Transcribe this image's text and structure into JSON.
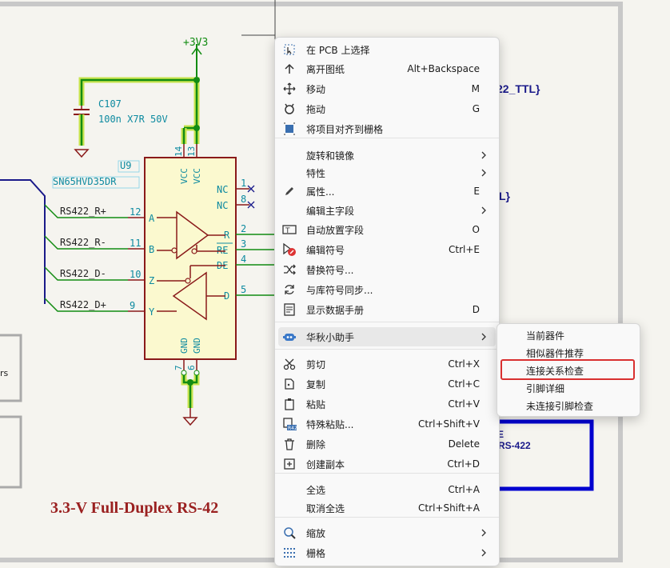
{
  "schematic": {
    "power_label": "+3V3",
    "cap_ref": "C107",
    "cap_value": "100n X7R 50V",
    "ic_ref": "U9",
    "ic_value": "SN65HVD35DR",
    "left_nets": [
      "RS422_R+",
      "RS422_R-",
      "RS422_D-",
      "RS422_D+"
    ],
    "left_pin_nums": [
      "12",
      "11",
      "10",
      "9"
    ],
    "left_pin_names": [
      "A",
      "B",
      "Z",
      "Y"
    ],
    "top_pin_nums": [
      "14",
      "13"
    ],
    "top_pin_names": [
      "VCC",
      "VCC"
    ],
    "bottom_pin_nums": [
      "7",
      "6"
    ],
    "bottom_pin_names": [
      "GND",
      "GND"
    ],
    "right_pin_names": [
      "NC",
      "NC",
      "R",
      "RE",
      "DE",
      "D"
    ],
    "right_pin_nums": [
      "1",
      "8",
      "2",
      "3",
      "4",
      "5"
    ],
    "sheet_title": "3.3-V Full-Duplex RS-42",
    "frag_ttl": "22_TTL}",
    "frag_brace": "L}",
    "frag_rs422": "RS-422",
    "frag_e": "E",
    "frag_rs": "rs",
    "colors": {
      "wire_green": "#128c12",
      "highlight": "#c8e44e",
      "symbol_outline": "#8a1a1a",
      "label_cyan": "#0d8aa0",
      "title_red": "#9a2020",
      "bus_blue": "#0000d0"
    }
  },
  "context_menu": {
    "items": [
      {
        "label": "在 PCB 上选择",
        "shortcut": "",
        "arrow": false,
        "icon": "select-on-pcb-icon"
      },
      {
        "label": "离开图纸",
        "shortcut": "Alt+Backspace",
        "arrow": false,
        "icon": "arrow-up-icon"
      },
      {
        "label": "移动",
        "shortcut": "M",
        "arrow": false,
        "icon": "move-icon"
      },
      {
        "label": "拖动",
        "shortcut": "G",
        "arrow": false,
        "icon": "drag-icon"
      },
      {
        "label": "将项目对齐到栅格",
        "shortcut": "",
        "arrow": false,
        "icon": "align-grid-icon"
      },
      {
        "label": "旋转和镜像",
        "shortcut": "",
        "arrow": true,
        "icon": ""
      },
      {
        "label": "特性",
        "shortcut": "",
        "arrow": true,
        "icon": ""
      },
      {
        "label": "属性...",
        "shortcut": "E",
        "arrow": false,
        "icon": "pencil-icon"
      },
      {
        "label": "编辑主字段",
        "shortcut": "",
        "arrow": true,
        "icon": ""
      },
      {
        "label": "自动放置字段",
        "shortcut": "O",
        "arrow": false,
        "icon": "autoplace-fields-icon"
      },
      {
        "label": "编辑符号",
        "shortcut": "Ctrl+E",
        "arrow": false,
        "icon": "edit-symbol-icon"
      },
      {
        "label": "替换符号...",
        "shortcut": "",
        "arrow": false,
        "icon": "shuffle-icon"
      },
      {
        "label": "与库符号同步...",
        "shortcut": "",
        "arrow": false,
        "icon": "sync-icon"
      },
      {
        "label": "显示数据手册",
        "shortcut": "D",
        "arrow": false,
        "icon": "datasheet-icon"
      },
      {
        "label": "华秋小助手",
        "shortcut": "",
        "arrow": true,
        "icon": "robot-icon"
      },
      {
        "label": "剪切",
        "shortcut": "Ctrl+X",
        "arrow": false,
        "icon": "scissors-icon"
      },
      {
        "label": "复制",
        "shortcut": "Ctrl+C",
        "arrow": false,
        "icon": "copy-icon"
      },
      {
        "label": "粘贴",
        "shortcut": "Ctrl+V",
        "arrow": false,
        "icon": "paste-icon"
      },
      {
        "label": "特殊粘贴...",
        "shortcut": "Ctrl+Shift+V",
        "arrow": false,
        "icon": "paste-special-icon"
      },
      {
        "label": "删除",
        "shortcut": "Delete",
        "arrow": false,
        "icon": "trash-icon"
      },
      {
        "label": "创建副本",
        "shortcut": "Ctrl+D",
        "arrow": false,
        "icon": "duplicate-icon"
      },
      {
        "label": "全选",
        "shortcut": "Ctrl+A",
        "arrow": false,
        "icon": ""
      },
      {
        "label": "取消全选",
        "shortcut": "Ctrl+Shift+A",
        "arrow": false,
        "icon": ""
      },
      {
        "label": "缩放",
        "shortcut": "",
        "arrow": true,
        "icon": "zoom-icon"
      },
      {
        "label": "栅格",
        "shortcut": "",
        "arrow": true,
        "icon": "grid-icon"
      }
    ]
  },
  "submenu": {
    "items": [
      {
        "label": "当前器件"
      },
      {
        "label": "相似器件推荐"
      },
      {
        "label": "连接关系检查"
      },
      {
        "label": "引脚详细"
      },
      {
        "label": "未连接引脚检查"
      }
    ]
  }
}
